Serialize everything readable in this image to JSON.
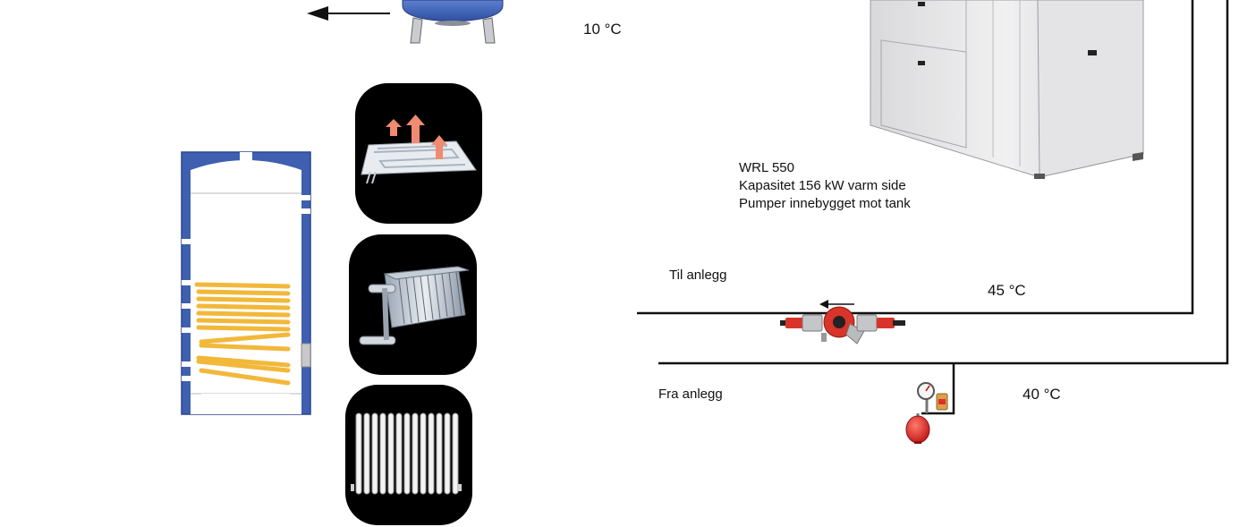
{
  "temperatures": {
    "top": "10 °C",
    "supply": "45 °C",
    "return": "40 °C"
  },
  "heat_pump": {
    "model": "WRL 550",
    "capacity": "Kapasitet 156 kW varm side",
    "pumps": "Pumper innebygget mot tank"
  },
  "pipes": {
    "supply_label": "Til anlegg",
    "return_label": "Fra anlegg"
  },
  "colors": {
    "tank_blue": "#3f5fb0",
    "coil_yellow": "#f2b83a",
    "arrow_salmon": "#f08a70",
    "vessel_red": "#e0201f",
    "pipe_black": "#111111"
  }
}
